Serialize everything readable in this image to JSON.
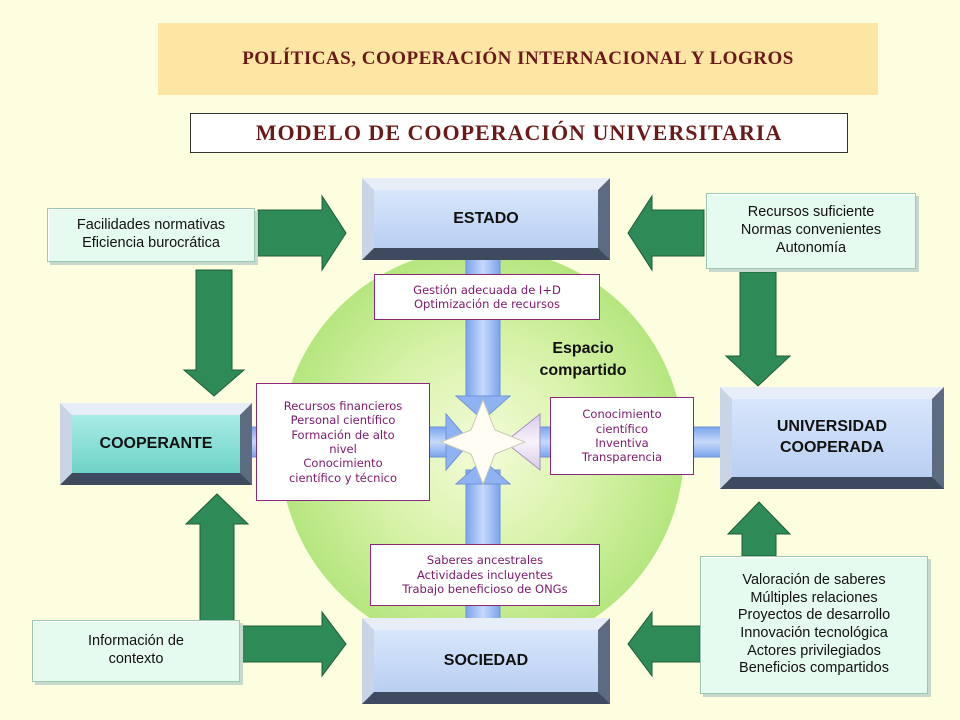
{
  "header": {
    "title": "POLÍTICAS, COOPERACIÓN INTERNACIONAL Y LOGROS"
  },
  "subtitle": "MODELO DE COOPERACIÓN UNIVERSITARIA",
  "nodes": {
    "estado": "ESTADO",
    "cooperante": "COOPERANTE",
    "universidad": [
      "UNIVERSIDAD",
      "COOPERADA"
    ],
    "sociedad": "SOCIEDAD"
  },
  "center_label": [
    "Espacio",
    "compartido"
  ],
  "context_boxes": {
    "top_left": [
      "Facilidades normativas",
      "Eficiencia burocrática"
    ],
    "top_right": [
      "Recursos suficiente",
      "Normas convenientes",
      "Autonomía"
    ],
    "bottom_left": [
      "Información de",
      "contexto"
    ],
    "bottom_right": [
      "Valoración de saberes",
      "Múltiples relaciones",
      "Proyectos de desarrollo",
      "Innovación tecnológica",
      "Actores privilegiados",
      "Beneficios compartidos"
    ]
  },
  "contributions": {
    "from_estado": [
      "Gestión adecuada de I+D",
      "Optimización de recursos"
    ],
    "from_cooperante": [
      "Recursos financieros",
      "Personal científico",
      "Formación de alto",
      "nivel",
      "Conocimiento",
      "científico y técnico"
    ],
    "from_universidad": [
      "Conocimiento",
      "científico",
      "Inventiva",
      "Transparencia"
    ],
    "from_sociedad": [
      "Saberes ancestrales",
      "Actividades incluyentes",
      "Trabajo beneficioso de ONGs"
    ]
  },
  "colors": {
    "background": "#fdfde0",
    "title_band": "#fde6a3",
    "title_text": "#6b1a1a",
    "green_arrow": "#2e8b57",
    "circle": "#b5e67e",
    "blue_arrow": "#8fb3f2",
    "contribution_text": "#7a1a6a"
  }
}
